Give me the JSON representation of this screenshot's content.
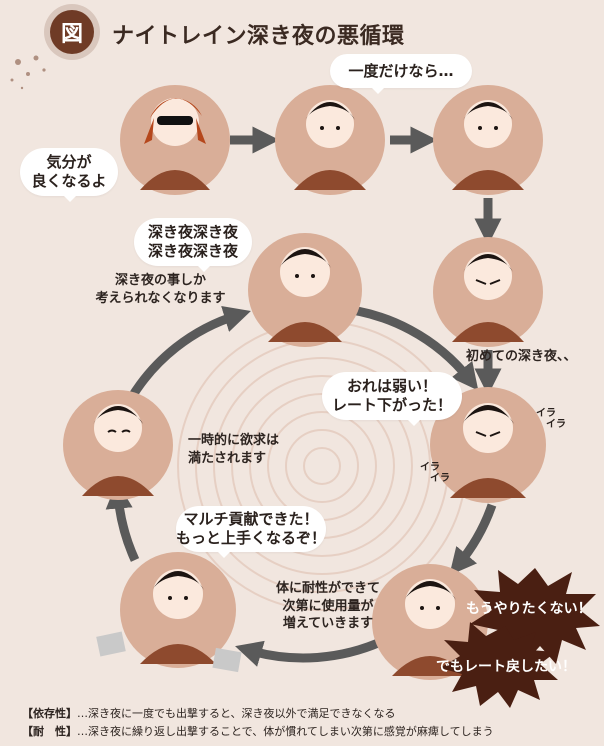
{
  "header": {
    "badge": "図",
    "title": "ナイトレイン深き夜の悪循環"
  },
  "bubbles": {
    "feel_good": "気分が\n良くなるよ",
    "just_once": "一度だけなら…",
    "chant": "深き夜深き夜\n深き夜深き夜",
    "weak": "おれは弱い！\nレート下がった！",
    "multi": "マルチ貢献できた！\nもっと上手くなるぞ！"
  },
  "captions": {
    "only_think": "深き夜の事しか\n考えられなくなります",
    "first_time": "初めての深き夜、、",
    "satisfied": "一時的に欲求は\n満たされます",
    "tolerance": "体に耐性ができて\n次第に使用量が\n増えていきます"
  },
  "irra": {
    "a": "イラ\n　イラ",
    "b": "イラ\n　イラ"
  },
  "starbursts": {
    "quit": "もうやりたくない！",
    "restore": "でもレート戻したい！"
  },
  "footer": [
    {
      "tag": "【依存性】",
      "text": "…深き夜に一度でも出撃すると、深き夜以外で満足できなくなる"
    },
    {
      "tag": "【耐　性】",
      "text": "…深き夜に繰り返し出撃することで、体が慣れてしまい次第に感覚が麻痺してしまう"
    }
  ],
  "colors": {
    "background": "#f1e6df",
    "circle": "#d9ae98",
    "shirt": "#8e4a2e",
    "arrow": "#5a5a5a",
    "starburst": "#4a1f12"
  }
}
